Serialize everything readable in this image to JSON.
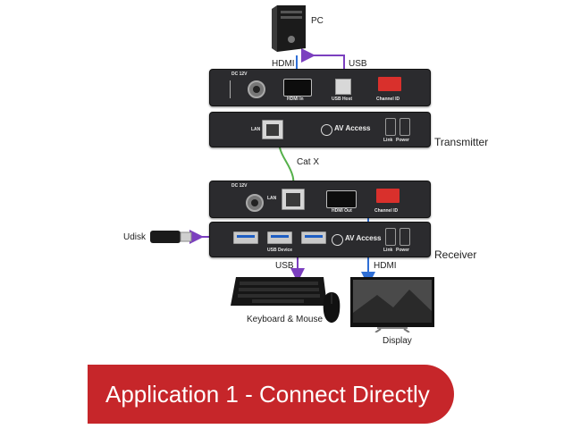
{
  "pc": {
    "label": "PC"
  },
  "top_links": {
    "hdmi_label": "HDMI",
    "usb_label": "USB"
  },
  "transmitter": {
    "label": "Transmitter",
    "rear": {
      "dc_label": "DC 12V",
      "hdmi_port_label": "HDMI In",
      "usb_port_label": "USB Host",
      "channel_label": "Channel ID"
    },
    "front": {
      "lan_label": "LAN",
      "brand": "AV Access",
      "link_label": "Link",
      "power_label": "Power"
    }
  },
  "cable": {
    "label": "Cat X"
  },
  "receiver": {
    "label": "Receiver",
    "rear": {
      "dc_label": "DC 12V",
      "lan_label": "LAN",
      "hdmi_port_label": "HDMI Out",
      "channel_label": "Channel ID"
    },
    "front": {
      "usb_device_label": "USB Device",
      "brand": "AV Access",
      "link_label": "Link",
      "power_label": "Power"
    }
  },
  "udisk": {
    "label": "Udisk"
  },
  "bottom_links": {
    "usb_label": "USB",
    "hdmi_label": "HDMI"
  },
  "keyboard": {
    "label": "Keyboard & Mouse"
  },
  "display": {
    "label": "Display"
  },
  "banner": {
    "text": "Application 1 - Connect Directly"
  },
  "colors": {
    "usb_line": "#7b3fbf",
    "hdmi_line": "#2f6fd6",
    "lan_line": "#55b04a",
    "banner": "#c6262a"
  }
}
